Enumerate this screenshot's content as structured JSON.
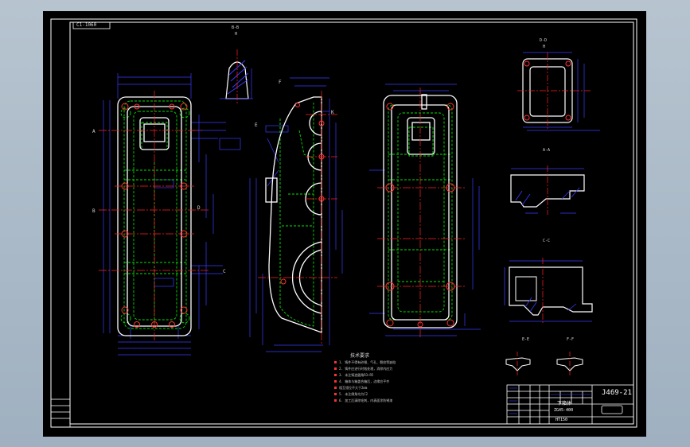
{
  "drawing": {
    "top_left_tag": "C1-1060",
    "drawing_number": "J469-21",
    "title_block": {
      "part_name": "下箱体",
      "material": "ZG45-400",
      "scale": "HT150"
    },
    "notes_title": "技术要求",
    "notes": [
      "1. 铸件不得有砂眼、气孔、裂纹等缺陷",
      "2. 铸件应进行时效处理，消除内应力",
      "3. 未注铸造圆角R3~R5",
      "4. 箱体与箱盖合箱后，边缘应平齐",
      "   相互错位不大于2mm",
      "5. 未注倒角均为C2",
      "6. 加工后清除毛刺，内表面涂防锈漆"
    ],
    "section_labels": {
      "view_bb": "B-B",
      "view_bb_sub": "H",
      "view_top_right": "D-D",
      "view_top_right_sub": "H",
      "view_aa": "A-A",
      "view_cc": "C-C",
      "view_ee": "E-E",
      "view_ff": "F-F"
    },
    "letters": {
      "a": "A",
      "b": "B",
      "c": "C",
      "d": "D",
      "e": "E",
      "f": "F",
      "k": "K"
    },
    "colors": {
      "frame": "#ffffff",
      "outline": "#ffffff",
      "hidden": "#00e000",
      "dimension": "#3a3aff",
      "center": "#ff2020",
      "note_bullet": "#ff3030"
    }
  }
}
